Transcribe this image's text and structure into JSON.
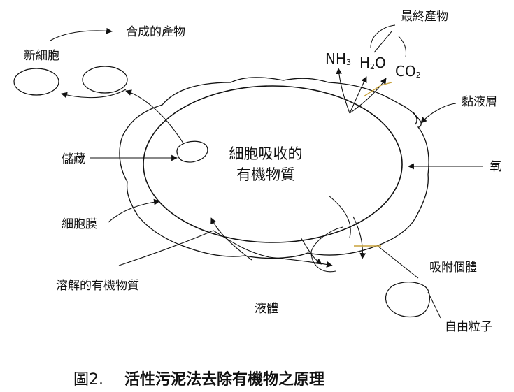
{
  "labels": {
    "synthesized_products": "合成的產物",
    "new_cells": "新細胞",
    "final_products": "最終產物",
    "slime_layer": "黏液層",
    "storage": "儲藏",
    "oxygen": "氧",
    "cell_membrane": "細胞膜",
    "adsorbed_bodies": "吸附個體",
    "dissolved_organics": "溶解的有機物質",
    "liquid": "液體",
    "free_particles": "自由粒子"
  },
  "center": {
    "line1": "細胞吸收的",
    "line2": "有機物質"
  },
  "chemicals": {
    "nh3_base": "NH",
    "nh3_sub": "3",
    "h2o_pre": "H",
    "h2o_sub": "2",
    "h2o_post": "O",
    "co2_base": "CO",
    "co2_sub": "2"
  },
  "caption": {
    "number": "圖2.",
    "title": "活性污泥法去除有機物之原理"
  },
  "colors": {
    "line": "#111111",
    "accent_line": "#c8a23c"
  }
}
